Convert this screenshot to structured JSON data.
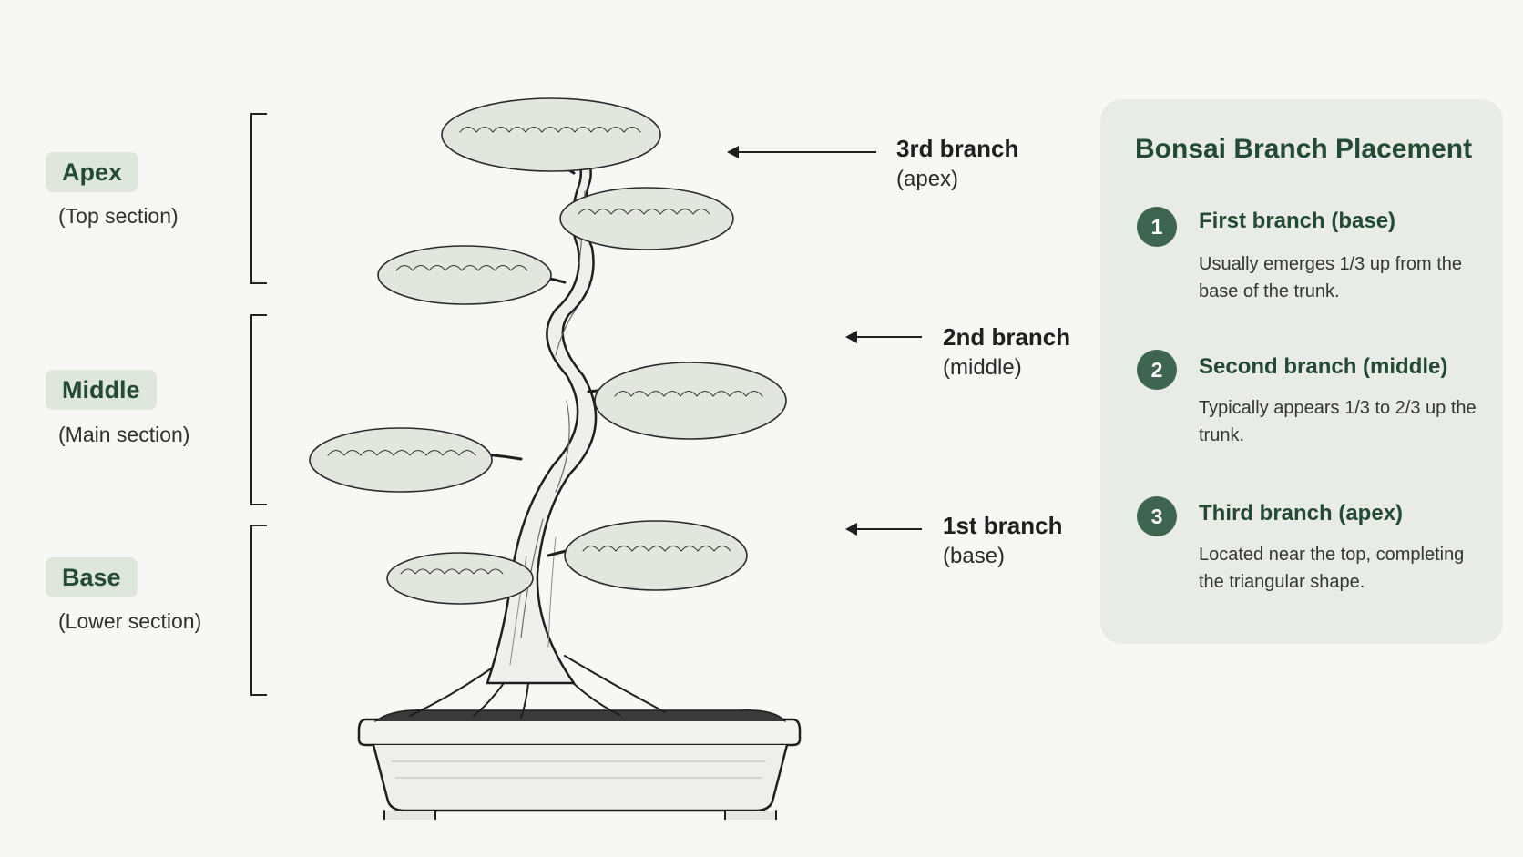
{
  "sections": [
    {
      "tag": "Apex",
      "subtitle": "(Top section)"
    },
    {
      "tag": "Middle",
      "subtitle": "(Main section)"
    },
    {
      "tag": "Base",
      "subtitle": "(Lower section)"
    }
  ],
  "callouts": [
    {
      "title": "3rd branch",
      "subtitle": "(apex)"
    },
    {
      "title": "2nd branch",
      "subtitle": "(middle)"
    },
    {
      "title": "1st branch",
      "subtitle": "(base)"
    }
  ],
  "panel": {
    "title": "Bonsai Branch Placement",
    "steps": [
      {
        "number": "1",
        "title": "First branch (base)",
        "description": "Usually emerges 1/3 up from the base of the trunk."
      },
      {
        "number": "2",
        "title": "Second branch (middle)",
        "description": "Typically appears 1/3 to 2/3 up the trunk."
      },
      {
        "number": "3",
        "title": "Third branch (apex)",
        "description": "Located near the top, completing the triangular shape."
      }
    ]
  },
  "colors": {
    "background": "#f7f7f6",
    "accent": "#234a34",
    "badge": "#3d6550",
    "tag_bg": "#dfe6dc",
    "panel_bg": "#e9ebe7"
  }
}
